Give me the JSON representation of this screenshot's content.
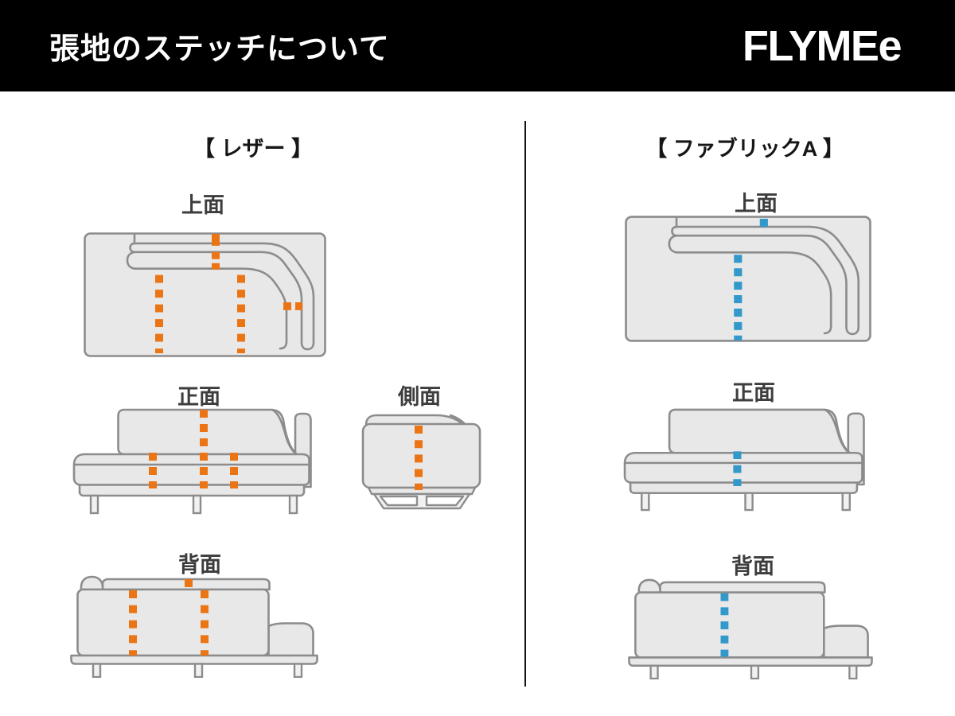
{
  "header": {
    "title": "張地のステッチについて",
    "brand": "FLYMEe"
  },
  "sections": {
    "leather": {
      "heading": "【 レザー 】",
      "labels": {
        "top": "上面",
        "front": "正面",
        "side": "側面",
        "back": "背面"
      }
    },
    "fabric": {
      "heading": "【 ファブリックA 】",
      "labels": {
        "top": "上面",
        "front": "正面",
        "back": "背面"
      }
    }
  },
  "colors": {
    "leather_stitch": "#eb7514",
    "fabric_stitch": "#3299ca",
    "sofa_fill": "#e8e8e8",
    "sofa_outline": "#8c8c8c",
    "leg_fill": "#f1f1f1",
    "header_bg": "#000000",
    "header_text": "#ffffff"
  }
}
